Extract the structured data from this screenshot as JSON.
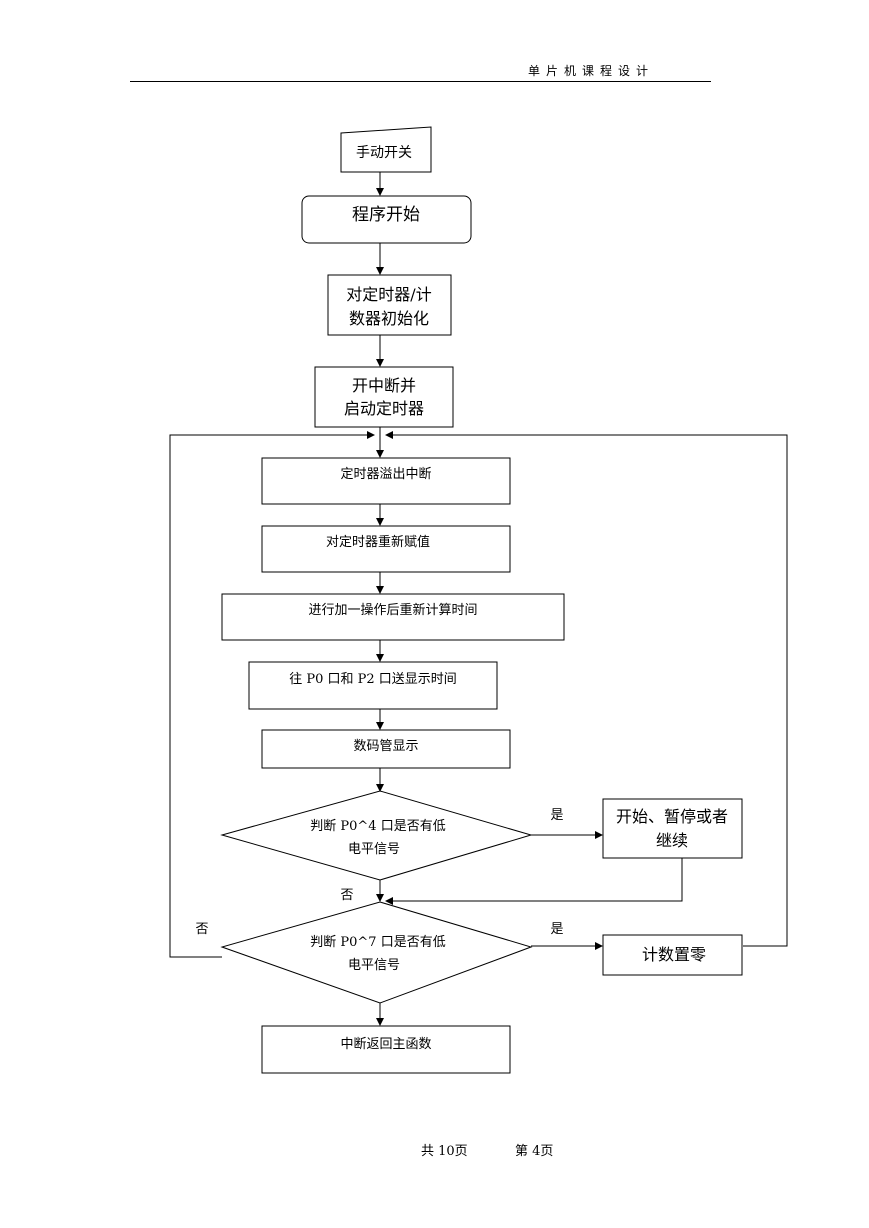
{
  "header": {
    "title": "单片机课程设计"
  },
  "flowchart": {
    "manual_switch": "手动开关",
    "program_start": "程序开始",
    "init_timer": [
      "对定时器/计",
      "数器初始化"
    ],
    "enable_interrupt": [
      "开中断并",
      "启动定时器"
    ],
    "timer_overflow": "定时器溢出中断",
    "reload_timer": "对定时器重新赋值",
    "increment": "进行加一操作后重新计算时间",
    "send_ports": "往 P0 口和 P2 口送显示时间",
    "display": "数码管显示",
    "check_p04": [
      "判断 P0^4 口是否有低",
      "电平信号"
    ],
    "start_pause": [
      "开始、暂停或者",
      "继续"
    ],
    "check_p07": [
      "判断 P0^7 口是否有低",
      "电平信号"
    ],
    "reset_count": "计数置零",
    "interrupt_return": "中断返回主函数",
    "yes_label": "是",
    "no_label": "否"
  },
  "footer": {
    "total_pages": "共 10页",
    "current_page": "第 4页"
  }
}
